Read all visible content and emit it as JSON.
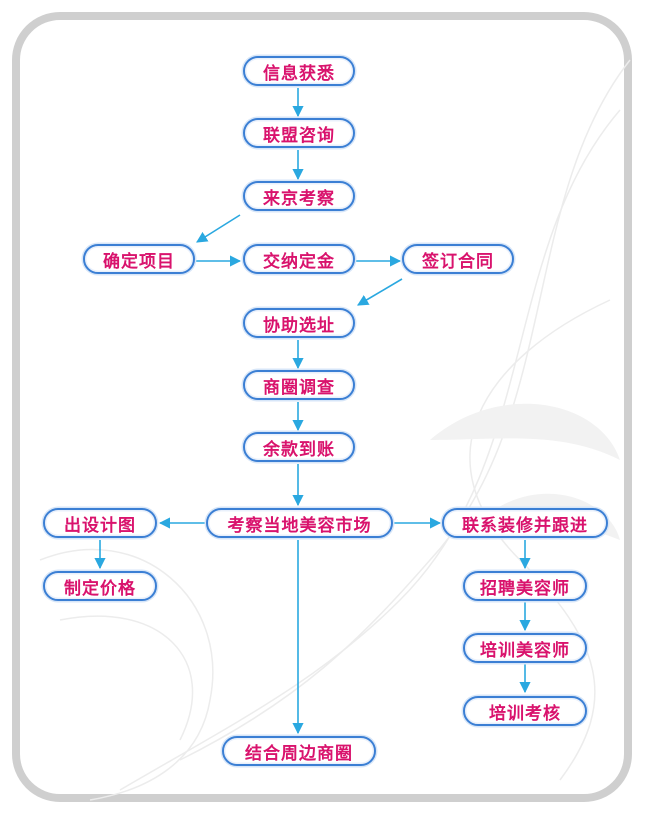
{
  "colors": {
    "node_text": "#d9136d",
    "node_border": "#3b7fd4",
    "arrow": "#2aa8e0",
    "frame_border": "#cfcfcf"
  },
  "nodes": {
    "info": "信息获悉",
    "alliance": "联盟咨询",
    "visit": "来京考察",
    "confirm": "确定项目",
    "deposit": "交纳定金",
    "contract": "签订合同",
    "site": "协助选址",
    "survey": "商圈调查",
    "payment": "余款到账",
    "market": "考察当地美容市场",
    "design": "出设计图",
    "price": "制定价格",
    "decor": "联系装修并跟进",
    "recruit": "招聘美容师",
    "train": "培训美容师",
    "exam": "培训考核",
    "combine": "结合周边商圈"
  }
}
